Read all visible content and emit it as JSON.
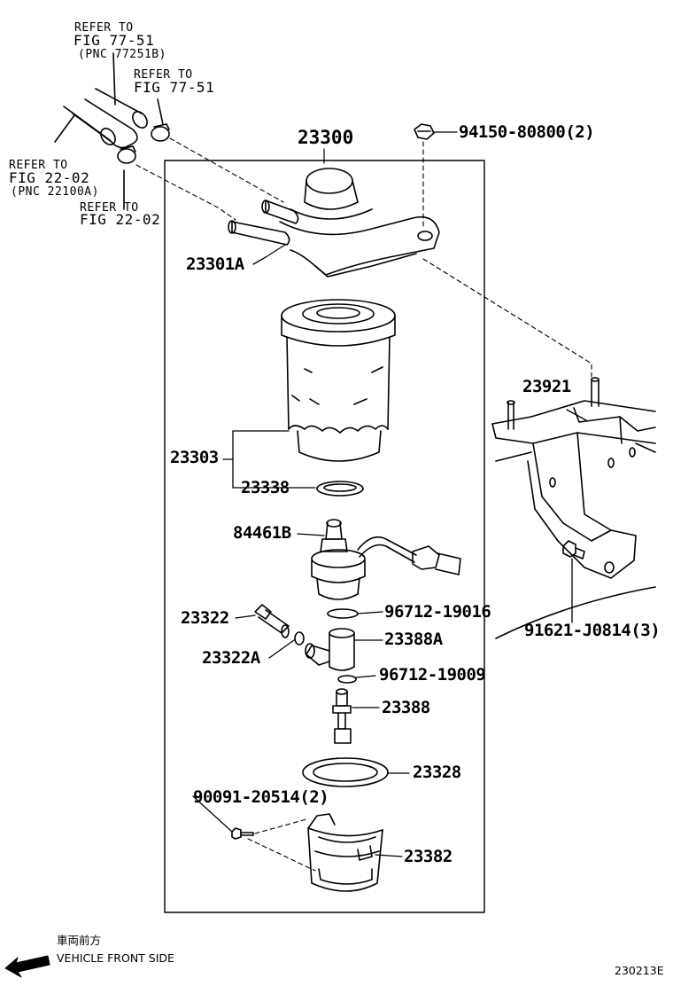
{
  "references": [
    {
      "line1": "REFER TO",
      "line2": "FIG 77-51",
      "line3": "(PNC 77251B)"
    },
    {
      "line1": "REFER TO",
      "line2": "FIG 77-51"
    },
    {
      "line1": "REFER TO",
      "line2": "FIG 22-02",
      "line3": "(PNC 22100A)"
    },
    {
      "line1": "REFER TO",
      "line2": "FIG 22-02"
    }
  ],
  "parts": {
    "housing": "23300",
    "bolt_top": "94150-80800(2)",
    "hose_joint": "23301A",
    "bracket": "23921",
    "filter_element": "23303",
    "gasket_element": "23338",
    "sensor": "84461B",
    "oring_upper": "96712-19016",
    "plug": "23322",
    "plug_oring": "23322A",
    "drain_cock": "23388A",
    "oring_lower": "96712-19009",
    "drain_plug": "23388",
    "gasket_lower": "23328",
    "screw_lower": "90091-20514(2)",
    "clamp_band": "23382",
    "bolt_bracket": "91621-J0814(3)"
  },
  "footer": {
    "direction_jp": "車両前方",
    "direction_en": "VEHICLE FRONT SIDE",
    "diagram_id": "230213E"
  }
}
